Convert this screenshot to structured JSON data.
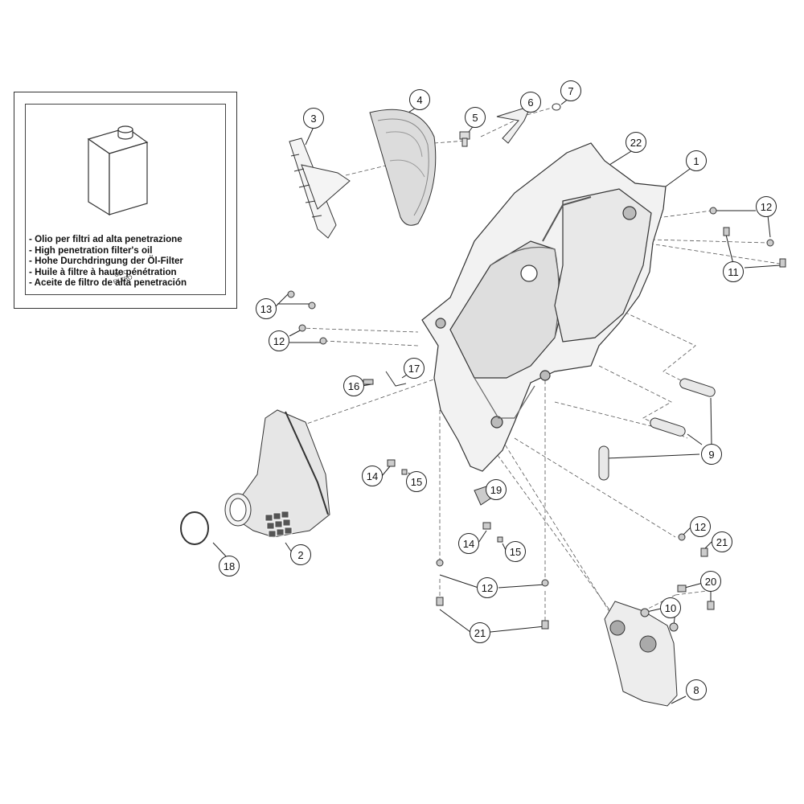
{
  "info_box": {
    "can_label": "OLIO FILTRO",
    "lines": [
      "Olio per filtri ad alta penetrazione",
      "High penetration filter's oil",
      "Hohe Durchdringung der Öl-Filter",
      "Huile à filtre à haute pénétration",
      "Aceite de filtro de alta penetración"
    ]
  },
  "callouts": [
    {
      "id": "c1",
      "label": "1"
    },
    {
      "id": "c2",
      "label": "2"
    },
    {
      "id": "c3",
      "label": "3"
    },
    {
      "id": "c4",
      "label": "4"
    },
    {
      "id": "c5",
      "label": "5"
    },
    {
      "id": "c6",
      "label": "6"
    },
    {
      "id": "c7",
      "label": "7"
    },
    {
      "id": "c8",
      "label": "8"
    },
    {
      "id": "c9",
      "label": "9"
    },
    {
      "id": "c10",
      "label": "10"
    },
    {
      "id": "c11",
      "label": "11"
    },
    {
      "id": "c12a",
      "label": "12"
    },
    {
      "id": "c12b",
      "label": "12"
    },
    {
      "id": "c12c",
      "label": "12"
    },
    {
      "id": "c12d",
      "label": "12"
    },
    {
      "id": "c13",
      "label": "13"
    },
    {
      "id": "c14a",
      "label": "14"
    },
    {
      "id": "c14b",
      "label": "14"
    },
    {
      "id": "c15a",
      "label": "15"
    },
    {
      "id": "c15b",
      "label": "15"
    },
    {
      "id": "c16",
      "label": "16"
    },
    {
      "id": "c17",
      "label": "17"
    },
    {
      "id": "c18",
      "label": "18"
    },
    {
      "id": "c19",
      "label": "19"
    },
    {
      "id": "c20",
      "label": "20"
    },
    {
      "id": "c21a",
      "label": "21"
    },
    {
      "id": "c21b",
      "label": "21"
    },
    {
      "id": "c22",
      "label": "22"
    }
  ]
}
